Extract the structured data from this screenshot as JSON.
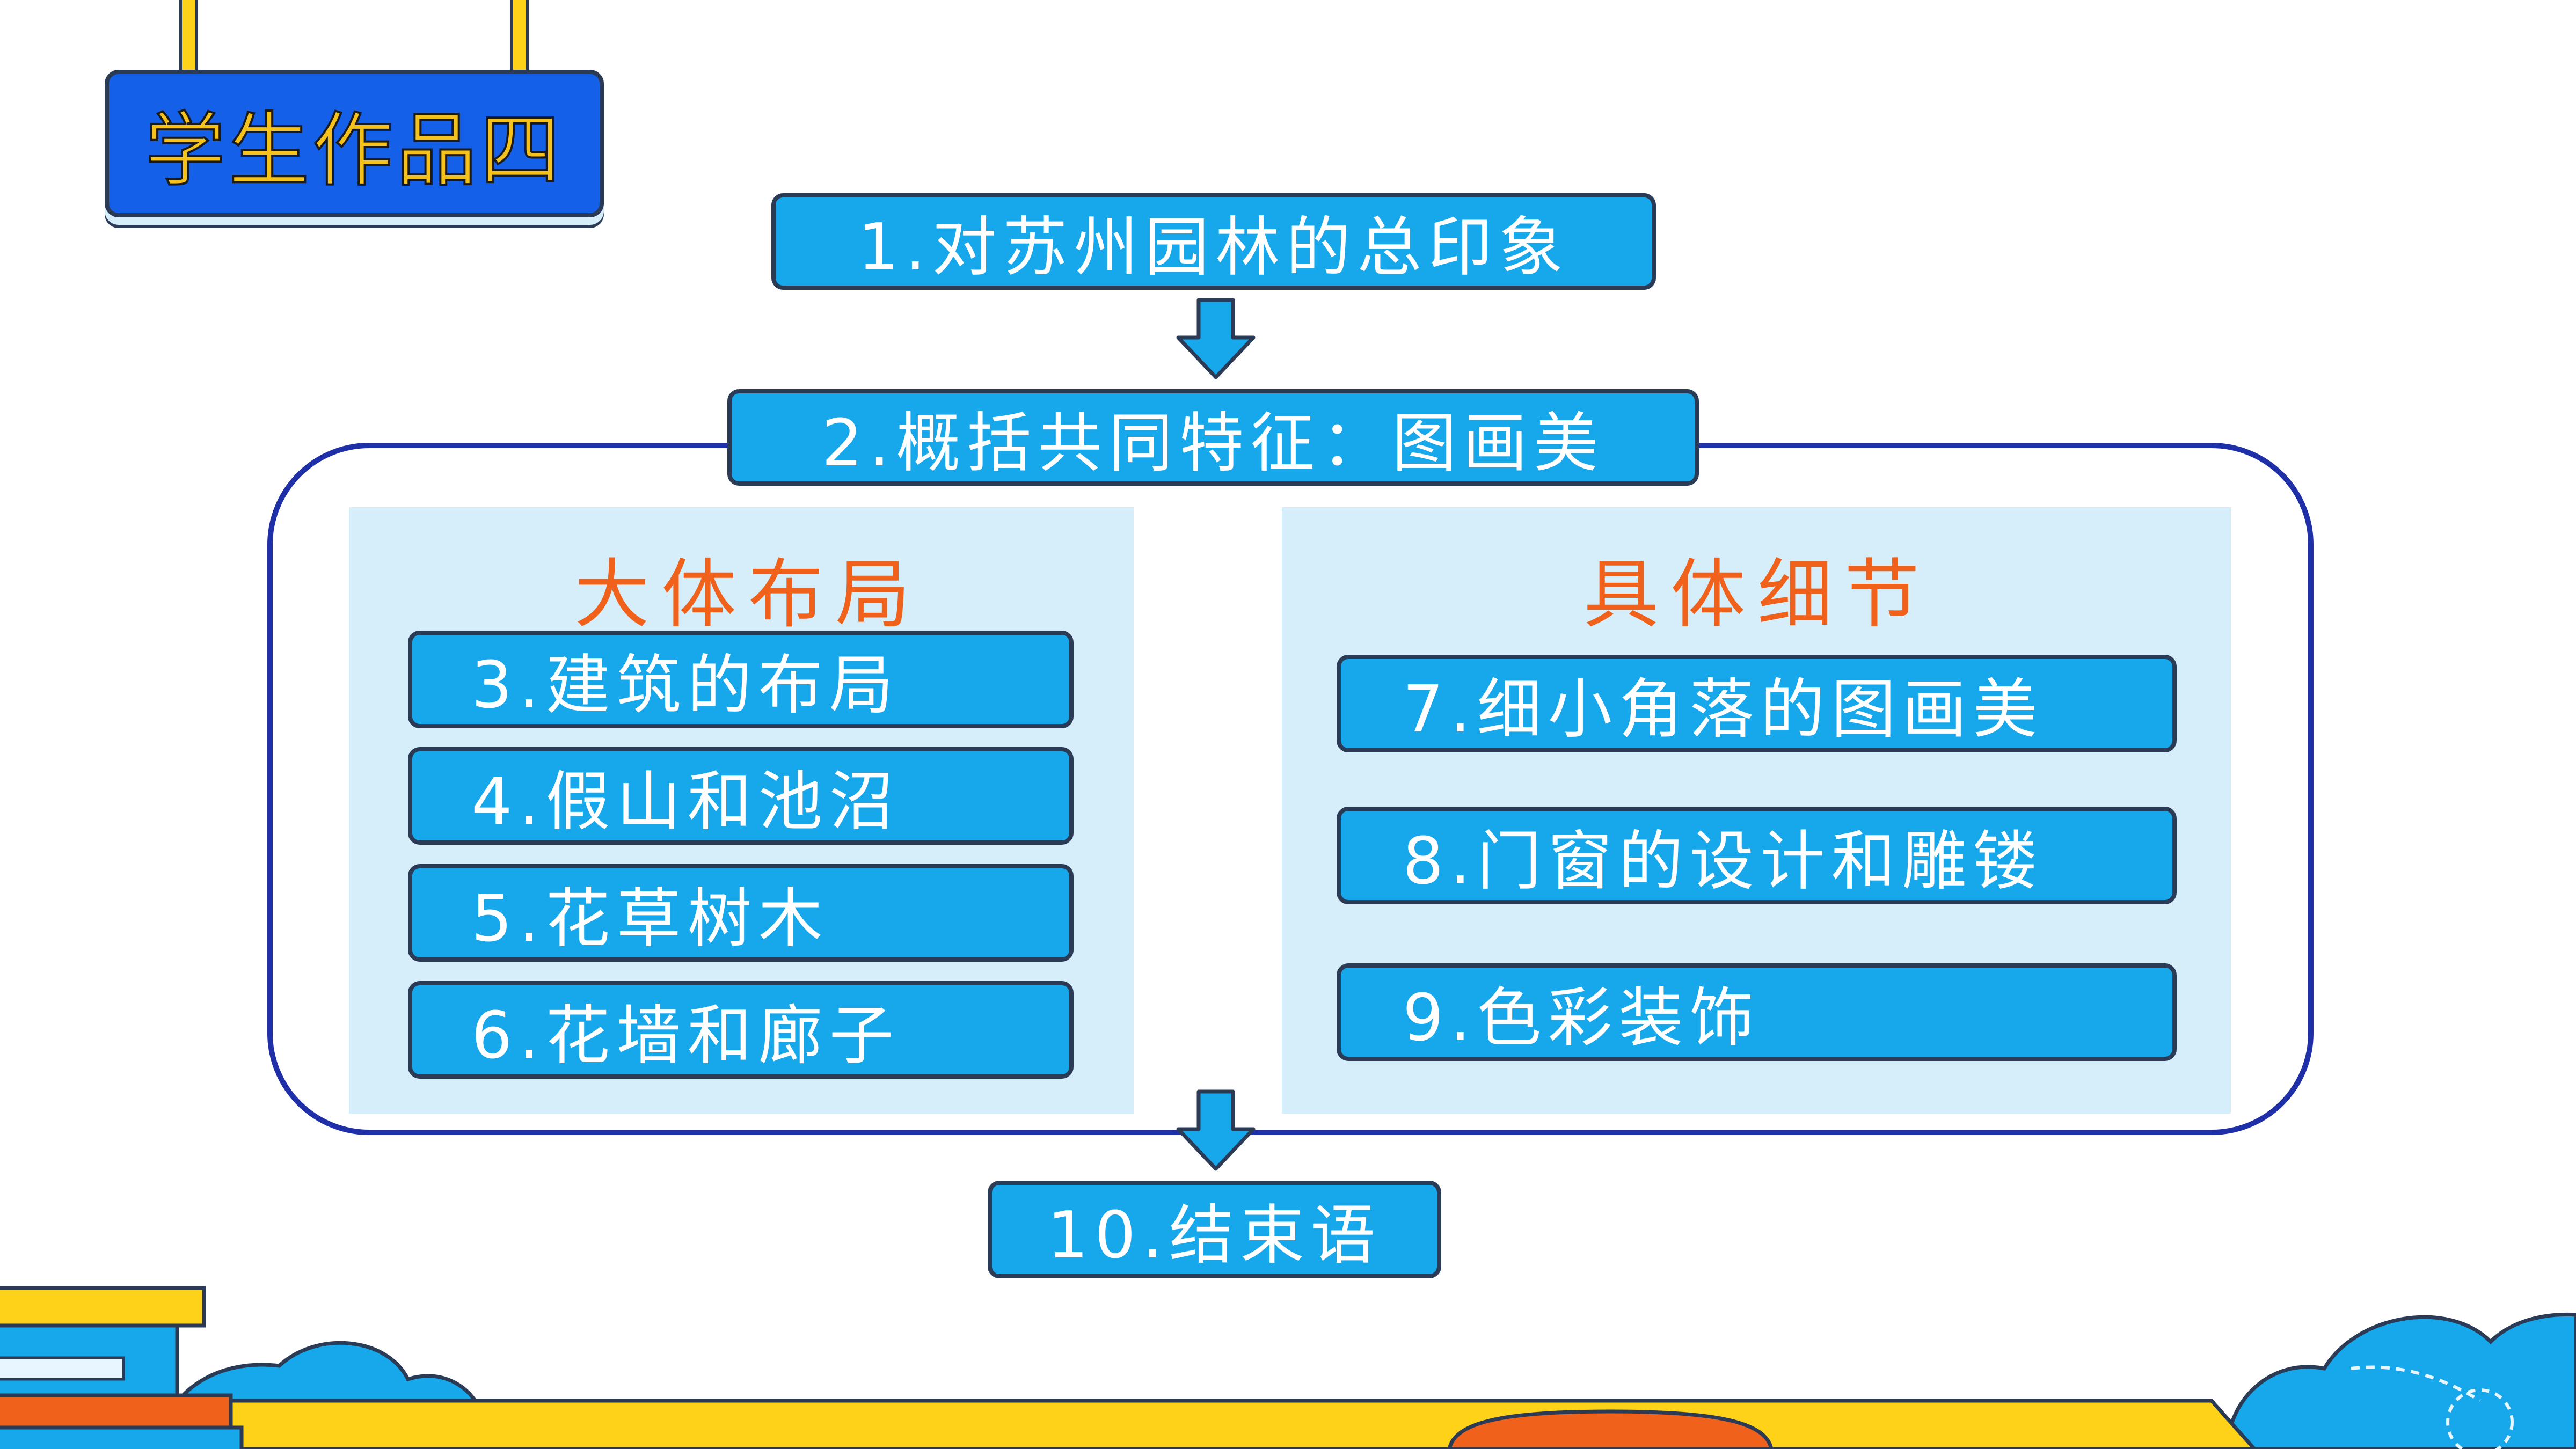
{
  "title_sign": {
    "label": "学生作品四"
  },
  "flow": {
    "step1": "1.对苏州园林的总印象",
    "step2": "2.概括共同特征：图画美",
    "final": "10.结束语"
  },
  "left_group": {
    "heading": "大体布局",
    "items": [
      "3.建筑的布局",
      "4.假山和池沼",
      "5.花草树木",
      "6.花墙和廊子"
    ]
  },
  "right_group": {
    "heading": "具体细节",
    "items": [
      "7.细小角落的图画美",
      "8.门窗的设计和雕镂",
      "9.色彩装饰"
    ]
  },
  "colors": {
    "box_fill": "#17a8ec",
    "box_border": "#2b3b55",
    "frame_border": "#1f2fa8",
    "heading": "#f0621b",
    "panel": "#d6eefa",
    "sign_fill": "#1560e8",
    "yellow": "#ffd21a"
  }
}
